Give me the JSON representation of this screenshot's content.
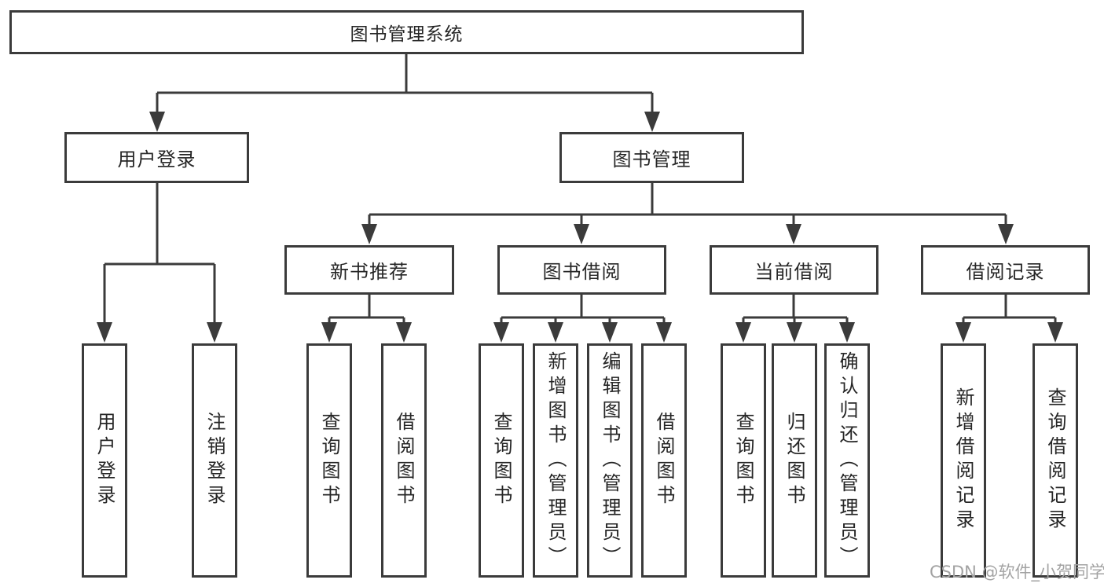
{
  "diagram": {
    "colors": {
      "line": "#3b3b3b",
      "text": "#262626",
      "background": "#ffffff",
      "watermark_color": "#a3a3a3"
    },
    "nodes": {
      "root": "图书管理系统",
      "user_login": "用户登录",
      "book_mgmt": "图书管理",
      "new_book_rec": "新书推荐",
      "book_borrow": "图书借阅",
      "current_borrow": "当前借阅",
      "borrow_records": "借阅记录",
      "leaf_user_login": "用户登录",
      "leaf_logout": "注销登录",
      "leaf_query_books_a": "查询图书",
      "leaf_borrow_books_a": "借阅图书",
      "leaf_query_books_b": "查询图书",
      "leaf_add_book_admin": "新增图书（管理员）",
      "leaf_edit_book_admin": "编辑图书（管理员）",
      "leaf_borrow_books_b": "借阅图书",
      "leaf_query_books_c": "查询图书",
      "leaf_return_book": "归还图书",
      "leaf_confirm_return_admin": "确认归还（管理员）",
      "leaf_add_borrow_record": "新增借阅记录",
      "leaf_query_borrow_record": "查询借阅记录"
    },
    "hierarchy": {
      "图书管理系统": {
        "用户登录": [
          "用户登录",
          "注销登录"
        ],
        "图书管理": {
          "新书推荐": [
            "查询图书",
            "借阅图书"
          ],
          "图书借阅": [
            "查询图书",
            "新增图书（管理员）",
            "编辑图书（管理员）",
            "借阅图书"
          ],
          "当前借阅": [
            "查询图书",
            "归还图书",
            "确认归还（管理员）"
          ],
          "借阅记录": [
            "新增借阅记录",
            "查询借阅记录"
          ]
        }
      }
    },
    "watermark": {
      "text": "CSDN @软件_小贺同学"
    }
  }
}
